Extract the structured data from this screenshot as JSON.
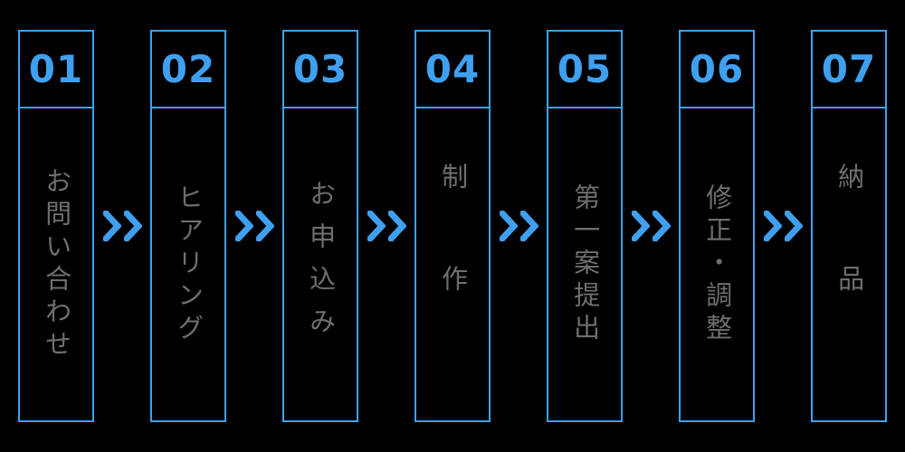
{
  "diagram": {
    "title": "7-step process flow",
    "orientation": "horizontal",
    "colors": {
      "background": "#000000",
      "accent_blue": "#3fa0f0",
      "label_gray": "#6e6e6e"
    },
    "separator_icon": "double-chevron-right-icon",
    "steps": [
      {
        "number": "01",
        "label": "お問い合わせ",
        "chars": 6
      },
      {
        "number": "02",
        "label": "ヒアリング",
        "chars": 5
      },
      {
        "number": "03",
        "label": "お申込み",
        "chars": 4
      },
      {
        "number": "04",
        "label": "制作",
        "chars": 2
      },
      {
        "number": "05",
        "label": "第一案提出",
        "chars": 5
      },
      {
        "number": "06",
        "label": "修正・調整",
        "chars": 5
      },
      {
        "number": "07",
        "label": "納品",
        "chars": 2
      }
    ]
  }
}
